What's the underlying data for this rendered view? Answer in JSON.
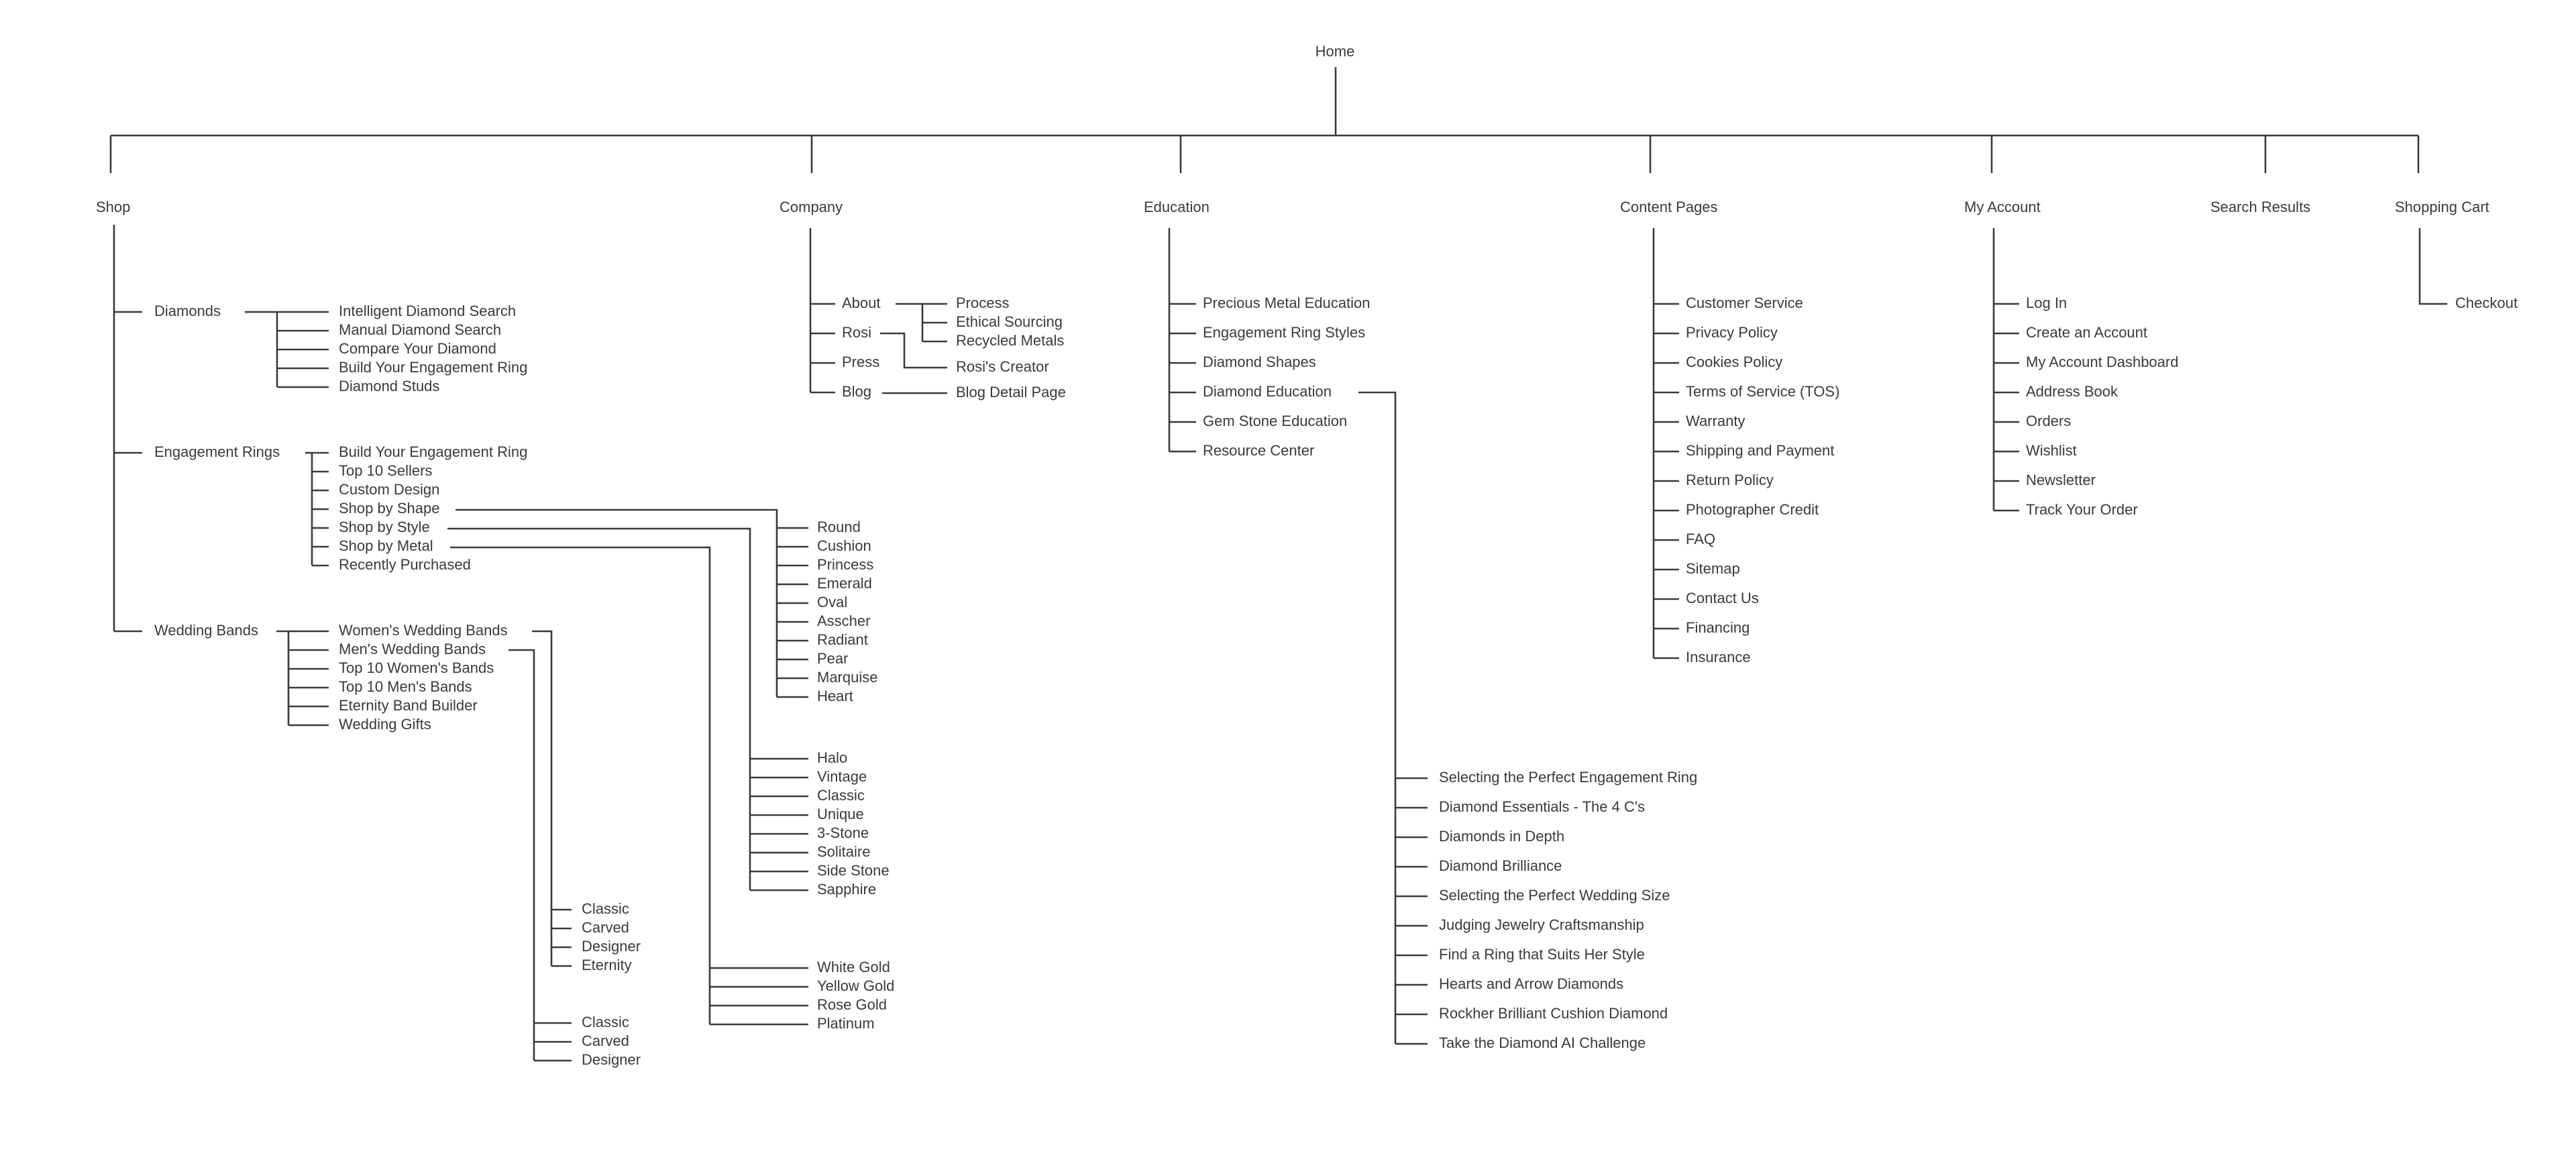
{
  "root": "Home",
  "top_level": [
    {
      "label": "Shop",
      "groups": [
        {
          "label": "Diamonds",
          "items": [
            "Intelligent Diamond Search",
            "Manual Diamond Search",
            "Compare Your Diamond",
            "Build Your Engagement Ring",
            "Diamond Studs"
          ]
        },
        {
          "label": "Engagement Rings",
          "items": [
            "Build Your Engagement Ring",
            "Top 10 Sellers",
            "Custom Design",
            "Shop by Shape",
            "Shop by Style",
            "Shop by Metal",
            "Recently Purchased"
          ],
          "sub": {
            "Shop by Shape": [
              "Round",
              "Cushion",
              "Princess",
              "Emerald",
              "Oval",
              "Asscher",
              "Radiant",
              "Pear",
              "Marquise",
              "Heart"
            ],
            "Shop by Style": [
              "Halo",
              "Vintage",
              "Classic",
              "Unique",
              "3-Stone",
              "Solitaire",
              "Side Stone",
              "Sapphire"
            ],
            "Shop by Metal": [
              "White Gold",
              "Yellow Gold",
              "Rose Gold",
              "Platinum"
            ]
          }
        },
        {
          "label": "Wedding Bands",
          "items": [
            "Women's Wedding Bands",
            "Men's Wedding Bands",
            "Top 10 Women's Bands",
            "Top 10 Men's Bands",
            "Eternity Band Builder",
            "Wedding Gifts"
          ],
          "sub": {
            "Women's Wedding Bands": [
              "Classic",
              "Carved",
              "Designer",
              "Eternity"
            ],
            "Men's Wedding Bands": [
              "Classic",
              "Carved",
              "Designer"
            ]
          }
        }
      ]
    },
    {
      "label": "Company",
      "items": [
        "About",
        "Rosi",
        "Press",
        "Blog"
      ],
      "sub": {
        "About": [
          "Process",
          "Ethical Sourcing",
          "Recycled Metals"
        ],
        "Rosi": [
          "Rosi's Creator"
        ],
        "Blog": [
          "Blog Detail Page"
        ]
      }
    },
    {
      "label": "Education",
      "items": [
        "Precious Metal Education",
        "Engagement Ring Styles",
        "Diamond Shapes",
        "Diamond Education",
        "Gem Stone Education",
        "Resource Center"
      ],
      "sub": {
        "Diamond Education": [
          "Selecting the Perfect Engagement Ring",
          "Diamond Essentials - The 4 C's",
          "Diamonds in Depth",
          "Diamond Brilliance",
          "Selecting the Perfect Wedding Size",
          "Judging Jewelry Craftsmanship",
          "Find a Ring that Suits Her Style",
          "Hearts and Arrow Diamonds",
          "Rockher Brilliant Cushion Diamond",
          "Take the Diamond AI Challenge"
        ]
      }
    },
    {
      "label": "Content Pages",
      "items": [
        "Customer Service",
        "Privacy Policy",
        "Cookies Policy",
        "Terms of Service (TOS)",
        "Warranty",
        "Shipping and Payment",
        "Return Policy",
        "Photographer Credit",
        "FAQ",
        "Sitemap",
        "Contact Us",
        "Financing",
        "Insurance"
      ]
    },
    {
      "label": "My Account",
      "items": [
        "Log In",
        "Create an Account",
        "My Account Dashboard",
        "Address Book",
        "Orders",
        "Wishlist",
        "Newsletter",
        "Track Your Order"
      ]
    },
    {
      "label": "Search Results",
      "items": []
    },
    {
      "label": "Shopping Cart",
      "items": [
        "Checkout"
      ]
    }
  ],
  "colors": {
    "line": "#3a3a3a",
    "text": "#3a3a3a",
    "background": "#ffffff"
  }
}
